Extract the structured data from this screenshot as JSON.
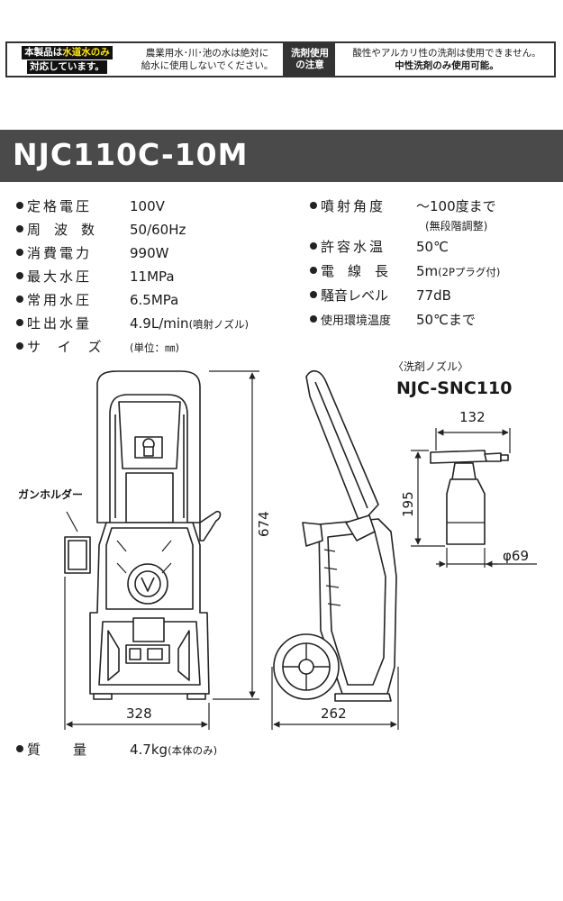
{
  "notice": {
    "left_line1_prefix": "本製品は",
    "left_line1_highlight": "水道水のみ",
    "left_line2": "対応しています。",
    "middle_line1": "農業用水･川･池の水は絶対に",
    "middle_line2": "給水に使用しないでください。",
    "tag_line1": "洗剤使用",
    "tag_line2": "の注意",
    "right_line1": "酸性やアルカリ性の洗剤は使用できません。",
    "right_line2": "中性洗剤のみ使用可能。"
  },
  "model": "NJC110C-10M",
  "specs_left": [
    {
      "label": "定格電圧",
      "value": "100V",
      "note": ""
    },
    {
      "label": "周　波　数",
      "value": "50/60Hz",
      "note": ""
    },
    {
      "label": "消費電力",
      "value": "990W",
      "note": ""
    },
    {
      "label": "最大水圧",
      "value": "11MPa",
      "note": ""
    },
    {
      "label": "常用水圧",
      "value": "6.5MPa",
      "note": ""
    },
    {
      "label": "吐出水量",
      "value": "4.9L/min",
      "note": "(噴射ノズル)"
    },
    {
      "label": "サ イ ズ",
      "value": "",
      "note": "(単位：㎜)"
    }
  ],
  "specs_right": [
    {
      "label": "噴射角度",
      "value": "～100度まで",
      "note": "(無段階調整)"
    },
    {
      "label": "許容水温",
      "value": "50℃",
      "note": ""
    },
    {
      "label": "電　線　長",
      "value": "5m",
      "note": "(2Pプラグ付)"
    },
    {
      "label": "騒音レベル",
      "value": "77dB",
      "note": ""
    },
    {
      "label": "使用環境温度",
      "value": "50℃まで",
      "note": ""
    }
  ],
  "weight": {
    "label": "質　　量",
    "value": "4.7kg",
    "note": "(本体のみ)"
  },
  "diagram": {
    "gun_holder_label": "ガンホルダー",
    "height_dim": "674",
    "width_dim": "328",
    "depth_dim": "262",
    "nozzle_caption": "〈洗剤ノズル〉",
    "nozzle_model": "NJC-SNC110",
    "nozzle_length_dim": "132",
    "nozzle_height_dim": "195",
    "nozzle_diameter_dim": "φ69"
  }
}
